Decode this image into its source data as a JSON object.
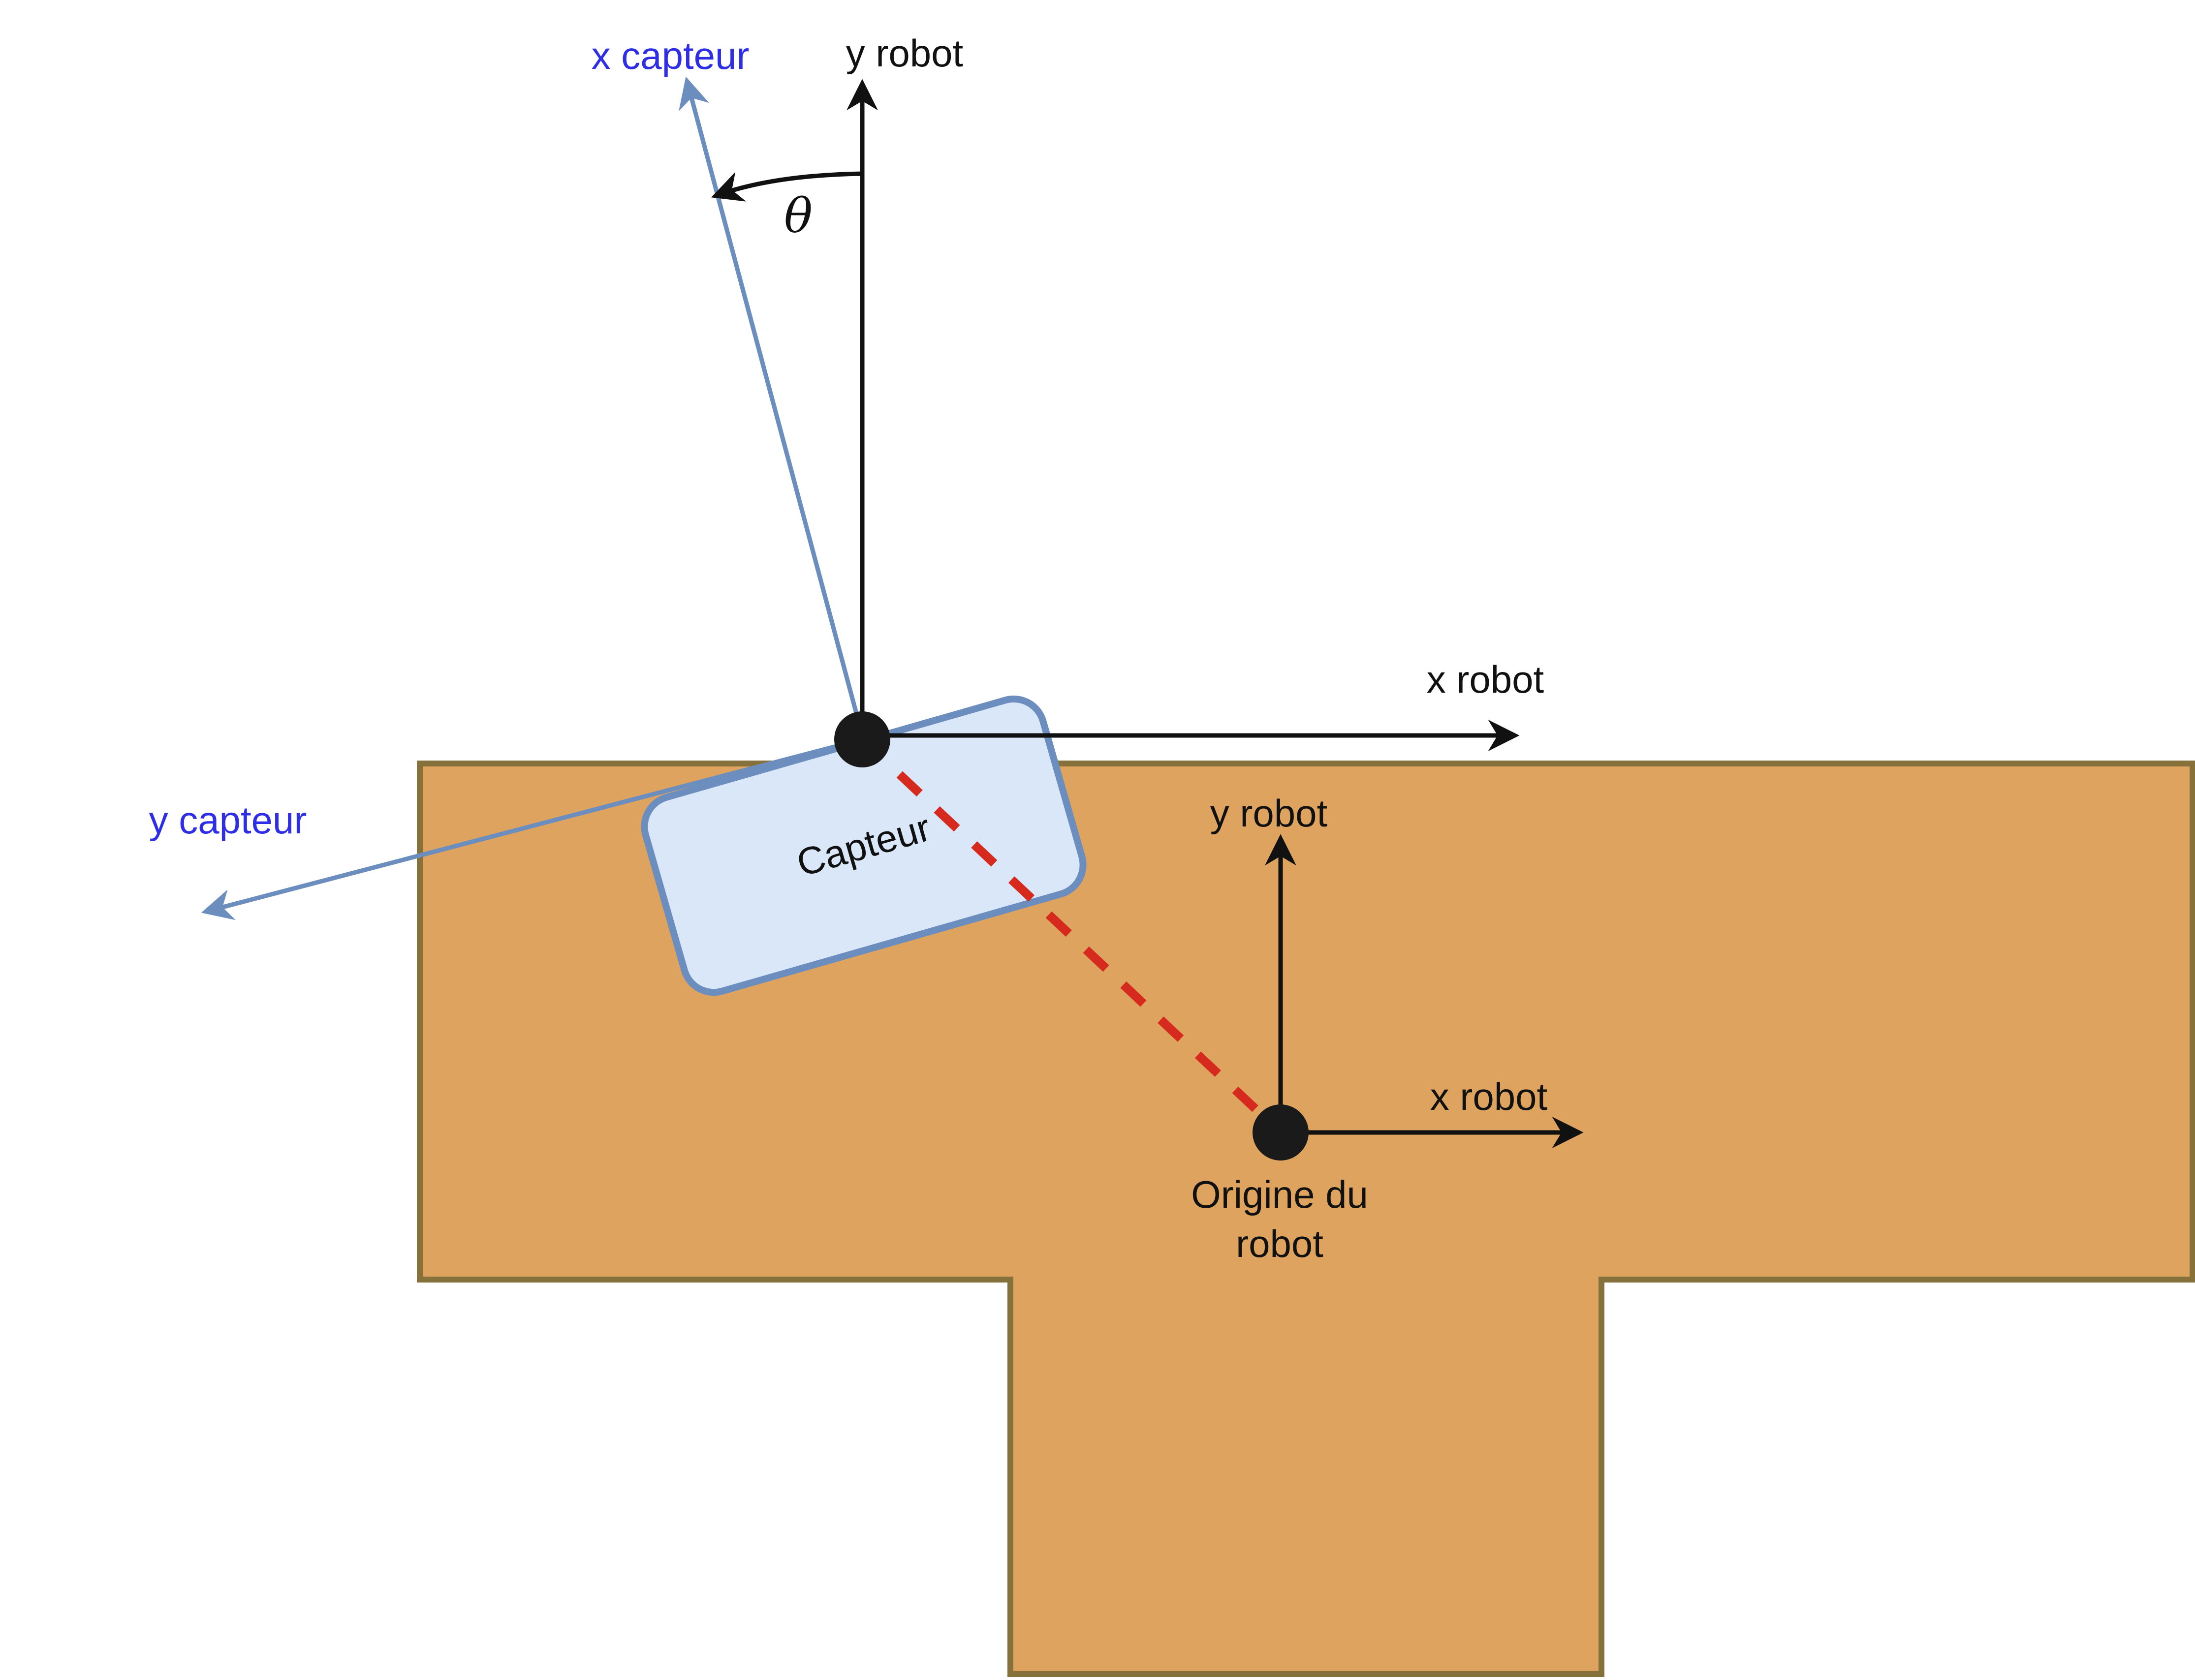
{
  "diagram": {
    "sensor_label": "Capteur",
    "robot_origin_label": [
      "Origine du",
      "robot"
    ],
    "sensor_frame": {
      "x_axis_label": "x capteur",
      "y_axis_label": "y capteur"
    },
    "robot_frame_at_sensor": {
      "x_axis_label": "x robot",
      "y_axis_label": "y robot"
    },
    "robot_frame_at_origin": {
      "x_axis_label": "x robot",
      "y_axis_label": "y robot"
    },
    "angle_label": "θ"
  },
  "colors": {
    "robot_body_fill": "#dda35f",
    "robot_body_stroke": "#86713a",
    "sensor_fill": "#dae7f8",
    "sensor_stroke": "#6c8ebf",
    "sensor_axis": "#6c8ebf",
    "sensor_axis_label": "#2e2ee6",
    "robot_axis": "#111111",
    "offset_line": "#d62a1e",
    "point": "#1a1a1a"
  }
}
